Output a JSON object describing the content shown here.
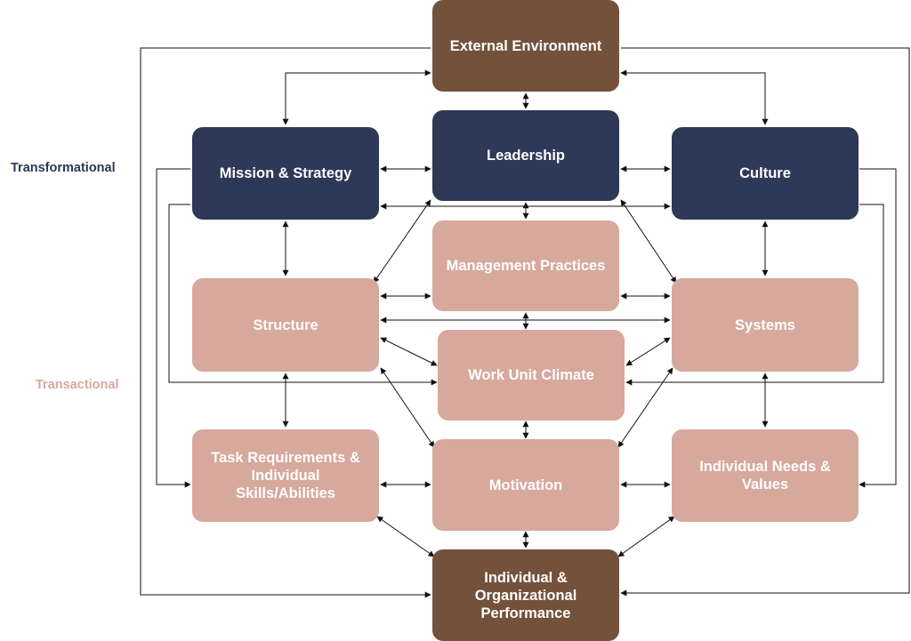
{
  "diagram": {
    "levels": {
      "transformational": "Transformational",
      "transactional": "Transactional"
    },
    "boxes": {
      "external_environment": "External Environment",
      "leadership": "Leadership",
      "mission_strategy": "Mission & Strategy",
      "culture": "Culture",
      "management_practices": "Management Practices",
      "structure": "Structure",
      "systems": "Systems",
      "work_unit_climate": "Work Unit Climate",
      "task_requirements": "Task Requirements & Individual Skills/Abilities",
      "motivation": "Motivation",
      "individual_needs": "Individual Needs & Values",
      "performance": "Individual & Organizational Performance"
    },
    "colors": {
      "brown": "#74513b",
      "navy": "#2e3857",
      "pink": "#d7a89c",
      "transformational_label": "#2e3857",
      "transactional_label": "#d7a89c"
    }
  }
}
